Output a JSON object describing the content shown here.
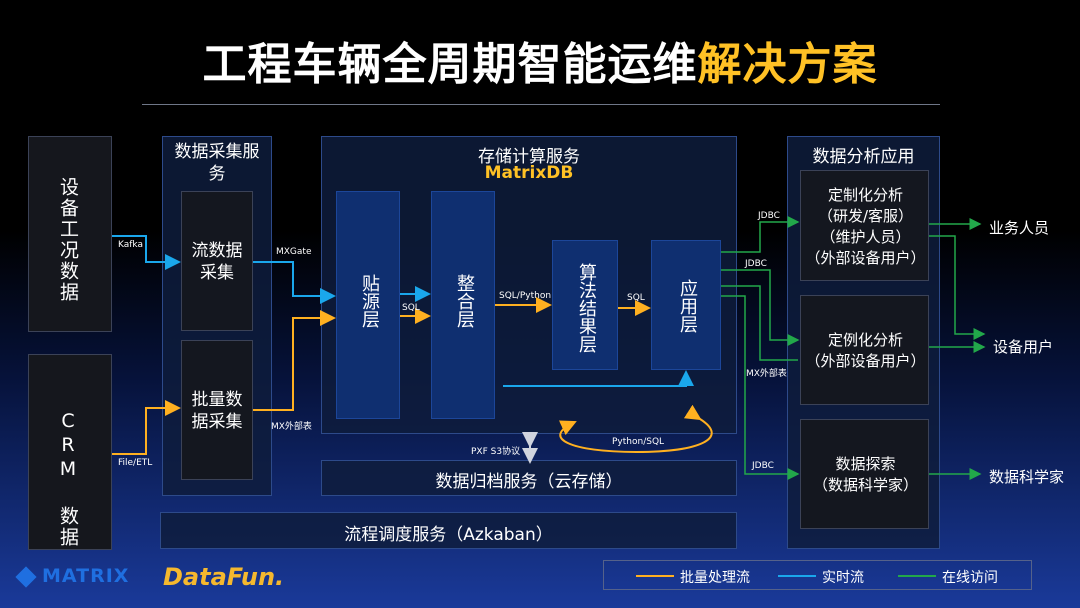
{
  "title": {
    "main": "工程车辆全周期智能运维",
    "highlight": "解决方案"
  },
  "sources": {
    "device": "设备工况数据",
    "crm": "CRM 数据"
  },
  "collection": {
    "title": "数据采集服务",
    "stream": "流数据采集",
    "batch": "批量数据采集"
  },
  "storage": {
    "title": "存储计算服务",
    "subtitle": "MatrixDB",
    "layers": {
      "paste": "贴源层",
      "integrate": "整合层",
      "algo": "算法结果层",
      "app": "应用层"
    }
  },
  "archive": "数据归档服务（云存储）",
  "scheduling": "流程调度服务（Azkaban）",
  "analysis": {
    "title": "数据分析应用",
    "custom": [
      "定制化分析",
      "（研发/客服）",
      "（维护人员）",
      "（外部设备用户）"
    ],
    "routine": [
      "定例化分析",
      "（外部设备用户）"
    ],
    "explore": [
      "数据探索",
      "（数据科学家）"
    ]
  },
  "users": {
    "business": "业务人员",
    "device": "设备用户",
    "scientist": "数据科学家"
  },
  "edges": {
    "kafka": "Kafka",
    "file_etl": "File/ETL",
    "mxgate": "MXGate",
    "mx_ext": "MX外部表",
    "sql1": "SQL",
    "sql_python": "SQL/Python",
    "sql2": "SQL",
    "python_sql": "Python/SQL",
    "pxf": "PXF S3协议",
    "jdbc1": "JDBC",
    "jdbc2": "JDBC",
    "mx_ext2": "MX外部表",
    "jdbc3": "JDBC"
  },
  "legend": {
    "batch": "批量处理流",
    "realtime": "实时流",
    "online": "在线访问"
  },
  "logos": {
    "matrix": "MATRIX",
    "datafun": "DataFun."
  },
  "colors": {
    "batch": "#ffb020",
    "realtime": "#1aa7ec",
    "online": "#22a84a"
  }
}
